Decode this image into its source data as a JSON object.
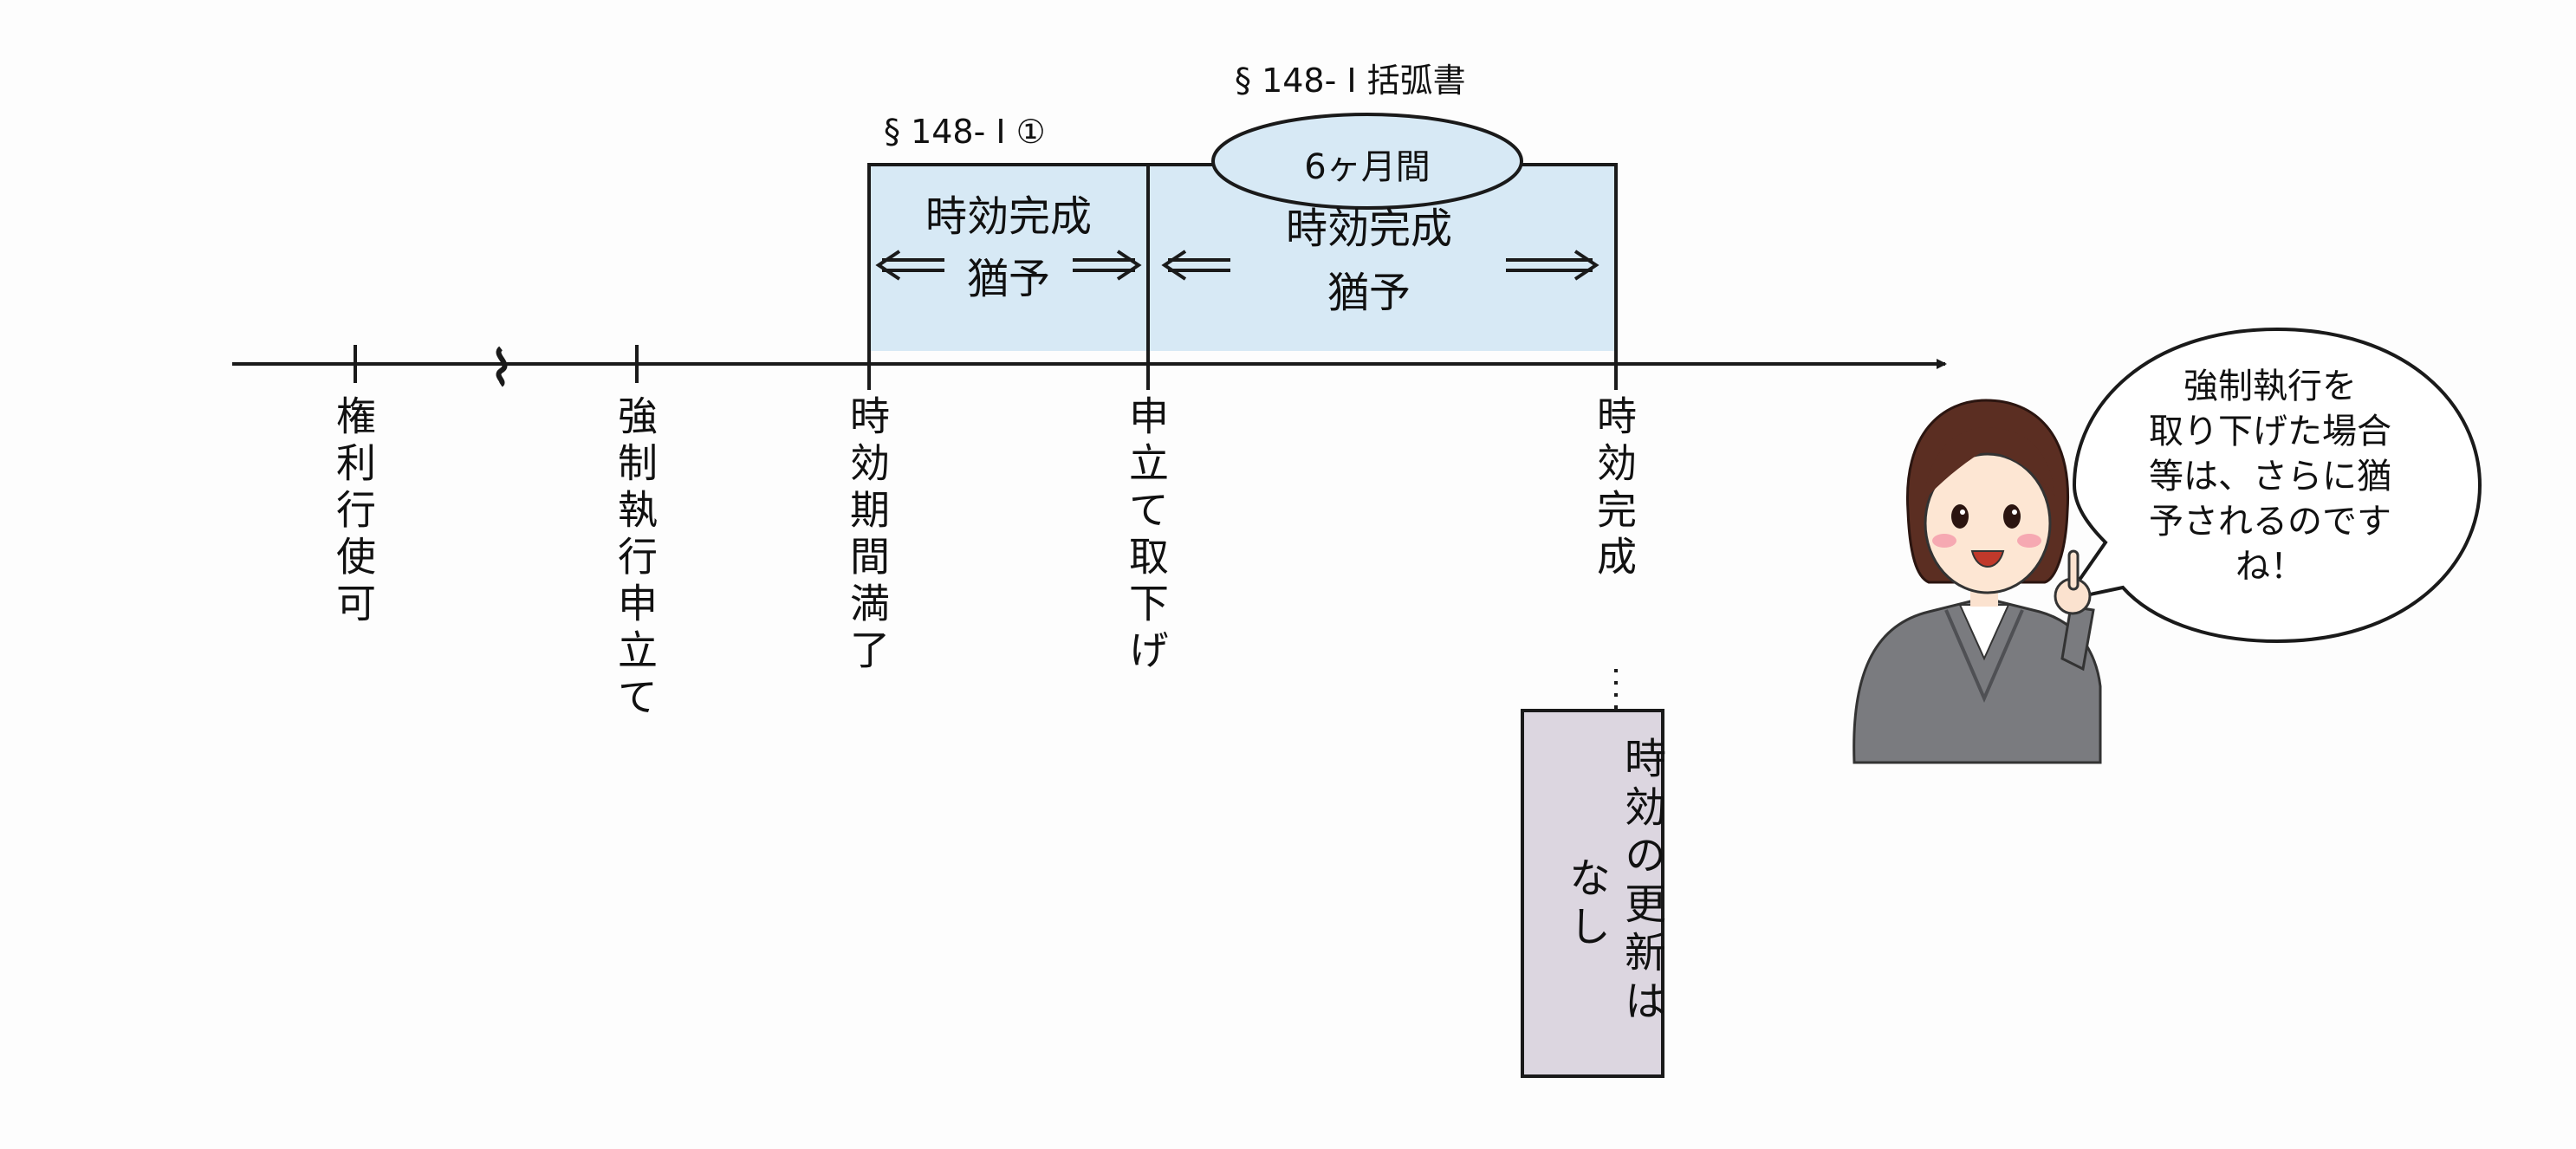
{
  "headers": {
    "article_1": "§ 148- Ⅰ ①",
    "article_2": "§ 148- Ⅰ 括弧書"
  },
  "period_label": "6ヶ月間",
  "boxes": {
    "grace_1": {
      "line1": "時効完成",
      "line2": "猶予"
    },
    "grace_2": {
      "line1": "時効完成",
      "line2": "猶予"
    }
  },
  "timeline": {
    "events": [
      {
        "id": "right-exercisable",
        "label": "権利行使可"
      },
      {
        "id": "enforcement-filed",
        "label": "強制執行申立て"
      },
      {
        "id": "period-expired",
        "label": "時効期間満了"
      },
      {
        "id": "filing-withdrawn",
        "label": "申立て取下げ"
      },
      {
        "id": "prescription-completed",
        "label": "時効完成"
      }
    ]
  },
  "note_box": {
    "line1": "時効の更新は",
    "line2": "なし"
  },
  "speech_bubble": {
    "lines": [
      "強制執行を",
      "取り下げた場合",
      "等は、さらに猶",
      "予されるのです",
      "ね！"
    ]
  },
  "colors": {
    "box_fill": "#d7e9f5",
    "note_fill": "#dcd6e0",
    "line": "#1a1a1a",
    "suit": "#7a7b7f",
    "hair": "#5b2e22"
  },
  "icons": {
    "arrow": "double-arrow",
    "presenter": "woman-presenter-illustration"
  }
}
